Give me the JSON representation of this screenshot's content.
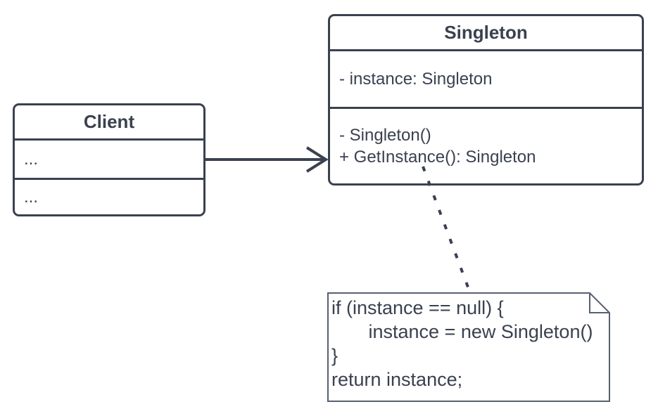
{
  "colors": {
    "background": "#ffffff",
    "stroke": "#3a414f",
    "text": "#3a414f",
    "note_stroke": "#566070"
  },
  "client_class": {
    "title": "Client",
    "attributes": [
      "..."
    ],
    "methods": [
      "..."
    ]
  },
  "singleton_class": {
    "title": "Singleton",
    "attributes": [
      "- instance: Singleton"
    ],
    "methods": [
      "- Singleton()",
      "+ GetInstance(): Singleton"
    ]
  },
  "note": {
    "lines": [
      "if (instance == null) {",
      "       instance = new Singleton()",
      "}",
      "return instance;"
    ]
  }
}
